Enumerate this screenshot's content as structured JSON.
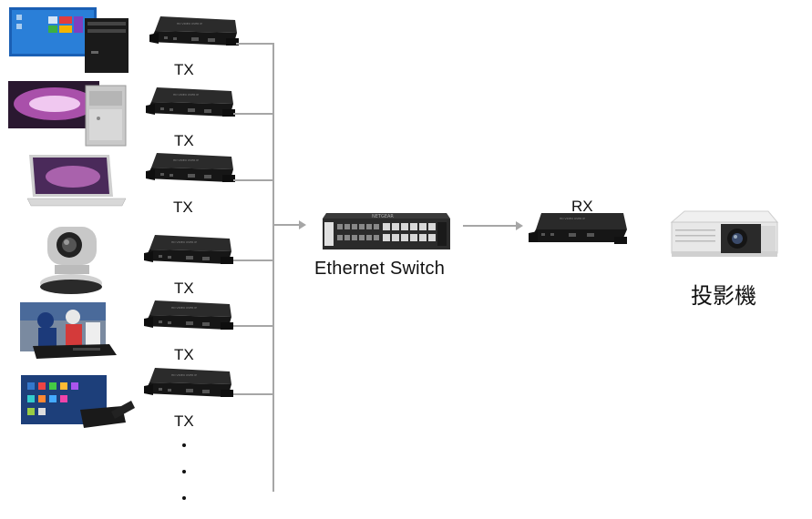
{
  "diagram": {
    "sources": [
      {
        "name": "windows-pc",
        "tx_label": "TX"
      },
      {
        "name": "mac-pro",
        "tx_label": "TX"
      },
      {
        "name": "laptop",
        "tx_label": "TX"
      },
      {
        "name": "ptz-camera",
        "tx_label": "TX"
      },
      {
        "name": "sports-settop-box",
        "tx_label": "TX"
      },
      {
        "name": "android-tv-box",
        "tx_label": "TX"
      }
    ],
    "ellipsis_dots": 3,
    "switch": {
      "label": "Ethernet Switch"
    },
    "receiver": {
      "label": "RX"
    },
    "display": {
      "label": "投影機"
    },
    "colors": {
      "connector_line": "#a6a6a6",
      "device_body": "#1c1c1c"
    }
  }
}
